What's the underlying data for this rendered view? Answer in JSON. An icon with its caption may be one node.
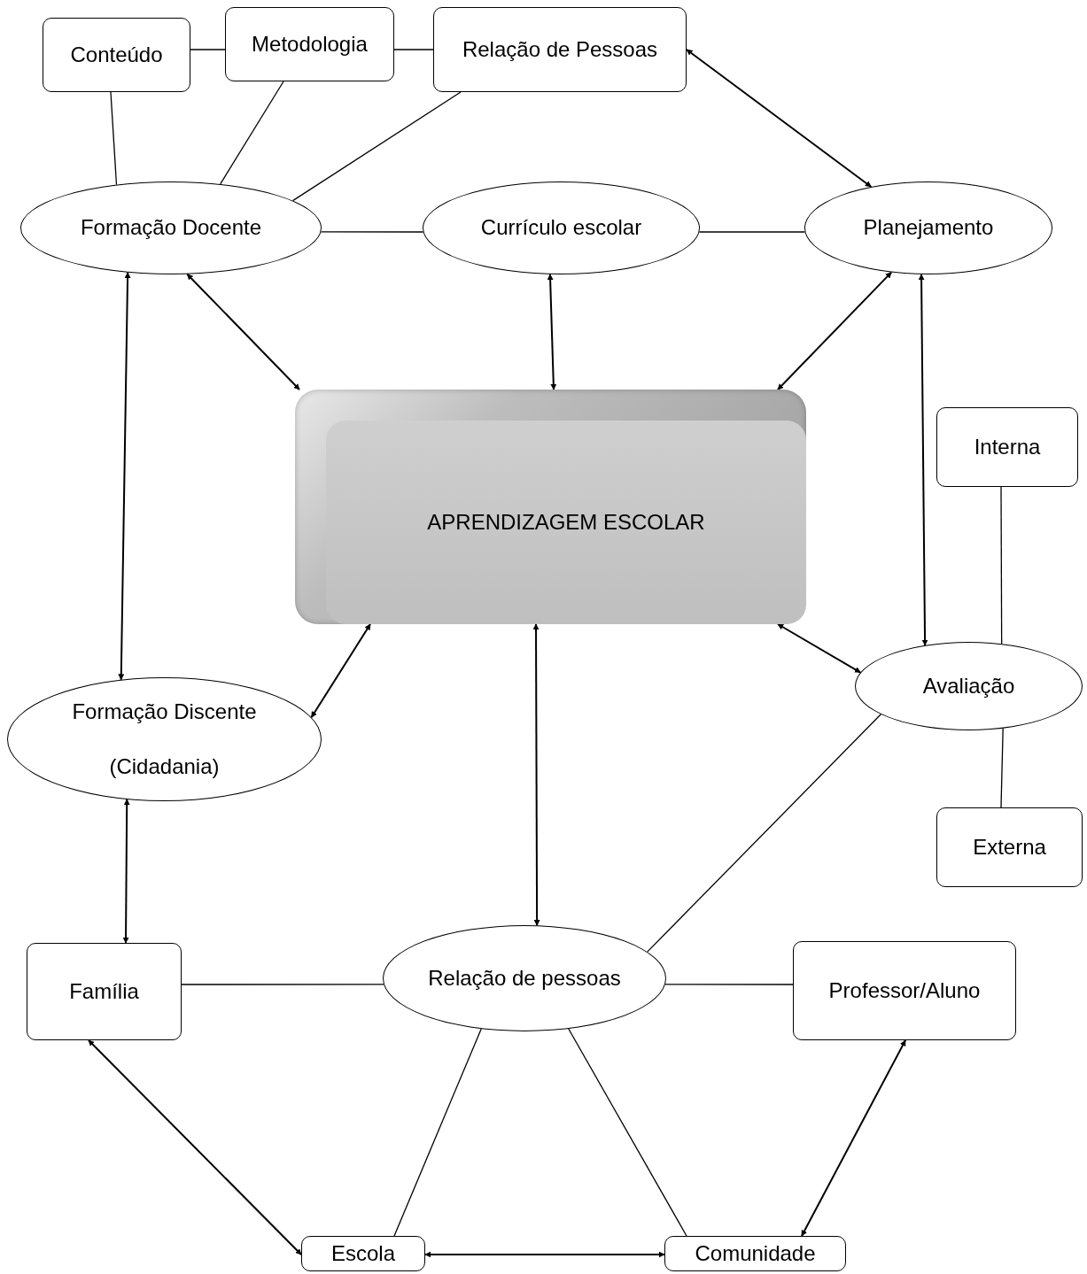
{
  "diagram": {
    "nodes": [
      {
        "text": [
          "Conteúdo"
        ]
      },
      {
        "text": [
          "Metodologia"
        ]
      },
      {
        "text": [
          "Relação de Pessoas"
        ]
      },
      {
        "text": [
          "Formação Docente"
        ]
      },
      {
        "text": [
          "Currículo escolar"
        ]
      },
      {
        "text": [
          "Planejamento"
        ]
      },
      {
        "text": [
          "APRENDIZAGEM ESCOLAR"
        ]
      },
      {
        "text": [
          "Interna"
        ]
      },
      {
        "text": [
          "Avaliação"
        ]
      },
      {
        "text": [
          "Formação Discente (Cidadania)"
        ]
      },
      {
        "text": [
          "Externa"
        ]
      },
      {
        "text": [
          "Família"
        ]
      },
      {
        "text": [
          "Relação de pessoas"
        ]
      },
      {
        "text": [
          "Professor/Aluno"
        ]
      },
      {
        "text": [
          "Escola"
        ]
      },
      {
        "text": [
          "Comunidade"
        ]
      }
    ],
    "edges": [
      {
        "from": 0,
        "to": 1,
        "arrow": "none"
      },
      {
        "from": 1,
        "to": 2,
        "arrow": "none"
      },
      {
        "from": 0,
        "to": 3,
        "arrow": "none"
      },
      {
        "from": 1,
        "to": 3,
        "arrow": "none"
      },
      {
        "from": 2,
        "to": 3,
        "arrow": "none"
      },
      {
        "from": 2,
        "to": 5,
        "arrow": "both"
      },
      {
        "from": 3,
        "to": 4,
        "arrow": "none"
      },
      {
        "from": 4,
        "to": 5,
        "arrow": "none"
      },
      {
        "from": 3,
        "to": 6,
        "arrow": "both"
      },
      {
        "from": 4,
        "to": 6,
        "arrow": "both"
      },
      {
        "from": 5,
        "to": 6,
        "arrow": "both"
      },
      {
        "from": 3,
        "to": 9,
        "arrow": "both"
      },
      {
        "from": 5,
        "to": 8,
        "arrow": "both"
      },
      {
        "from": 6,
        "to": 9,
        "arrow": "both"
      },
      {
        "from": 6,
        "to": 12,
        "arrow": "both"
      },
      {
        "from": 6,
        "to": 8,
        "arrow": "both"
      },
      {
        "from": 7,
        "to": 8,
        "arrow": "none"
      },
      {
        "from": 8,
        "to": 10,
        "arrow": "none"
      },
      {
        "from": 8,
        "to": 12,
        "arrow": "none"
      },
      {
        "from": 9,
        "to": 11,
        "arrow": "both"
      },
      {
        "from": 11,
        "to": 12,
        "arrow": "none"
      },
      {
        "from": 12,
        "to": 13,
        "arrow": "none"
      },
      {
        "from": 11,
        "to": 14,
        "arrow": "both"
      },
      {
        "from": 12,
        "to": 14,
        "arrow": "none"
      },
      {
        "from": 12,
        "to": 15,
        "arrow": "none"
      },
      {
        "from": 13,
        "to": 15,
        "arrow": "both"
      },
      {
        "from": 14,
        "to": 15,
        "arrow": "both"
      }
    ]
  }
}
